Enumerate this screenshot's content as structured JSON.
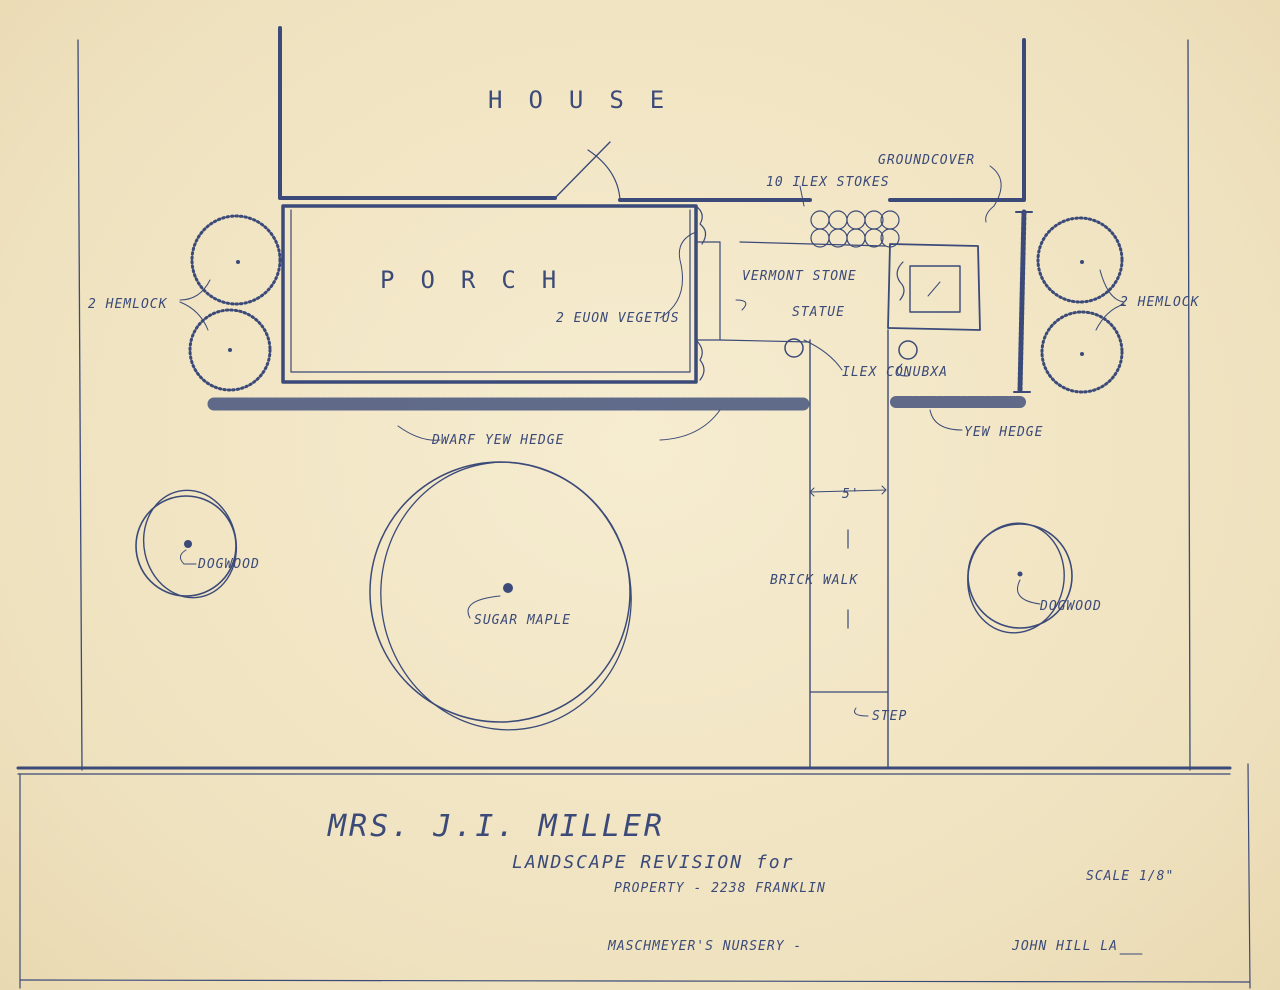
{
  "labels": {
    "house": "HOUSE",
    "porch": "PORCH",
    "ilex_stokes": "10 ILEX STOKES",
    "ground_cover": "GROUNDCOVER",
    "vermont_stone": "VERMONT STONE",
    "statue": "STATUE",
    "euon": "2 EUON VEGETUS",
    "ilex_cornuta": "ILEX CONUBXA",
    "hemlock_left": "2 HEMLOCK",
    "hemlock_right": "2 HEMLOCK",
    "dwarf_yew": "DWARF YEW HEDGE",
    "yew_hedge": "YEW HEDGE",
    "walk_width": "5'",
    "brick_walk": "BRICK WALK",
    "dogwood_left": "DOGWOOD",
    "dogwood_right": "DOGWOOD",
    "sugar_maple": "SUGAR MAPLE",
    "step": "STEP"
  },
  "title_block": {
    "client": "MRS. J.I. MILLER",
    "subtitle": "LANDSCAPE REVISION for",
    "property": "PROPERTY - 2238 FRANKLIN",
    "scale": "SCALE 1/8\"",
    "nursery": "MASCHMEYER'S NURSERY -",
    "designer": "JOHN HILL LA"
  },
  "colors": {
    "ink": "#3b4a78",
    "paper": "#f2e6c6"
  }
}
